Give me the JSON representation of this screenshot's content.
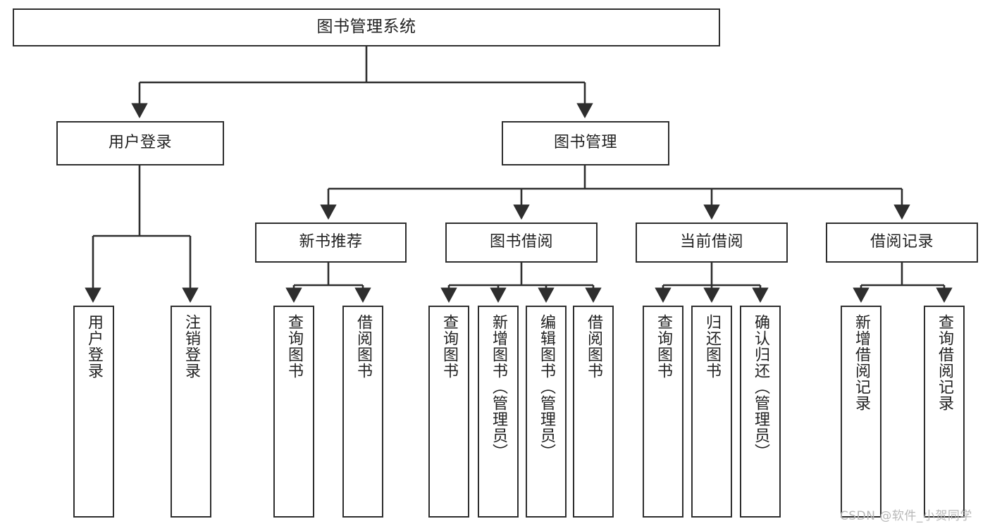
{
  "diagram": {
    "title": "图书管理系统",
    "type": "hierarchy-tree",
    "levels": 3,
    "nodes": {
      "root": {
        "label": "图书管理系统",
        "orientation": "horizontal"
      },
      "level1": [
        {
          "id": "user-login",
          "label": "用户登录",
          "orientation": "horizontal"
        },
        {
          "id": "book-management",
          "label": "图书管理",
          "orientation": "horizontal"
        }
      ],
      "level2": [
        {
          "id": "new-book-recommend",
          "label": "新书推荐",
          "orientation": "horizontal"
        },
        {
          "id": "book-borrow",
          "label": "图书借阅",
          "orientation": "horizontal"
        },
        {
          "id": "current-borrow",
          "label": "当前借阅",
          "orientation": "horizontal"
        },
        {
          "id": "borrow-record",
          "label": "借阅记录",
          "orientation": "horizontal"
        }
      ],
      "leaves": [
        {
          "id": "leaf-user-login",
          "label": "用户登录",
          "parent": "user-login",
          "orientation": "vertical"
        },
        {
          "id": "leaf-user-logout",
          "label": "注销登录",
          "parent": "user-login",
          "orientation": "vertical"
        },
        {
          "id": "leaf-query-book-1",
          "label": "查询图书",
          "parent": "new-book-recommend",
          "orientation": "vertical"
        },
        {
          "id": "leaf-borrow-book-1",
          "label": "借阅图书",
          "parent": "new-book-recommend",
          "orientation": "vertical"
        },
        {
          "id": "leaf-query-book-2",
          "label": "查询图书",
          "parent": "book-borrow",
          "orientation": "vertical"
        },
        {
          "id": "leaf-add-book",
          "label": "新增图书（管理员）",
          "parent": "book-borrow",
          "orientation": "vertical"
        },
        {
          "id": "leaf-edit-book",
          "label": "编辑图书（管理员）",
          "parent": "book-borrow",
          "orientation": "vertical"
        },
        {
          "id": "leaf-borrow-book-2",
          "label": "借阅图书",
          "parent": "book-borrow",
          "orientation": "vertical"
        },
        {
          "id": "leaf-query-book-3",
          "label": "查询图书",
          "parent": "current-borrow",
          "orientation": "vertical"
        },
        {
          "id": "leaf-return-book",
          "label": "归还图书",
          "parent": "current-borrow",
          "orientation": "vertical"
        },
        {
          "id": "leaf-confirm-return",
          "label": "确认归还（管理员）",
          "parent": "current-borrow",
          "orientation": "vertical"
        },
        {
          "id": "leaf-add-record",
          "label": "新增借阅记录",
          "parent": "borrow-record",
          "orientation": "vertical"
        },
        {
          "id": "leaf-query-record",
          "label": "查询借阅记录",
          "parent": "borrow-record",
          "orientation": "vertical"
        }
      ]
    },
    "colors": {
      "stroke": "#2e2e2e",
      "fill": "#ffffff",
      "text": "#222222",
      "watermark": "#b8b8b8"
    }
  },
  "watermark": {
    "text": "CSDN @软件_小贺同学"
  }
}
